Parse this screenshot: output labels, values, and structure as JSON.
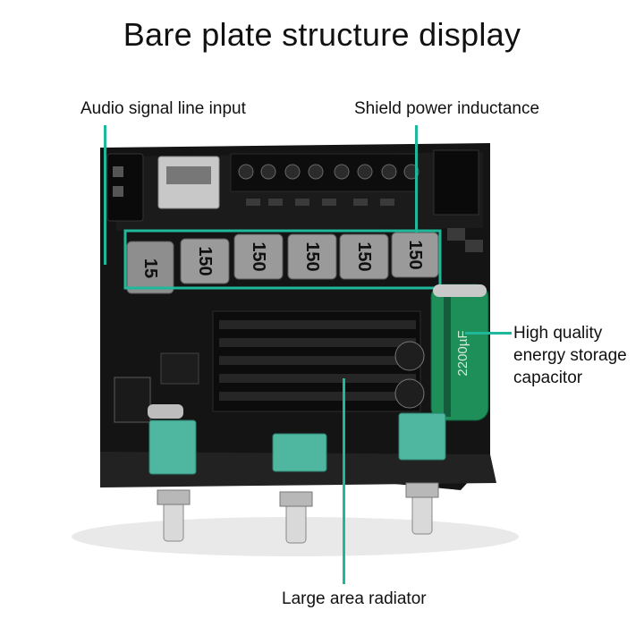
{
  "title": "Bare plate structure display",
  "labels": {
    "audio_input": "Audio signal line input",
    "shield_inductance": "Shield power inductance",
    "capacitor": [
      "High quality",
      "energy storage",
      "capacitor"
    ],
    "radiator": "Large area radiator"
  },
  "board_markings": {
    "inductor_values": [
      "15",
      "150",
      "150",
      "150",
      "150",
      "150"
    ],
    "capacitor_value": "2200µF"
  },
  "colors": {
    "accent": "#1fb89a",
    "pcb": "#141414",
    "heatsink": "#0c0c0c",
    "capacitor": "#1f8f5a",
    "terminal": "#4fb7a0"
  }
}
